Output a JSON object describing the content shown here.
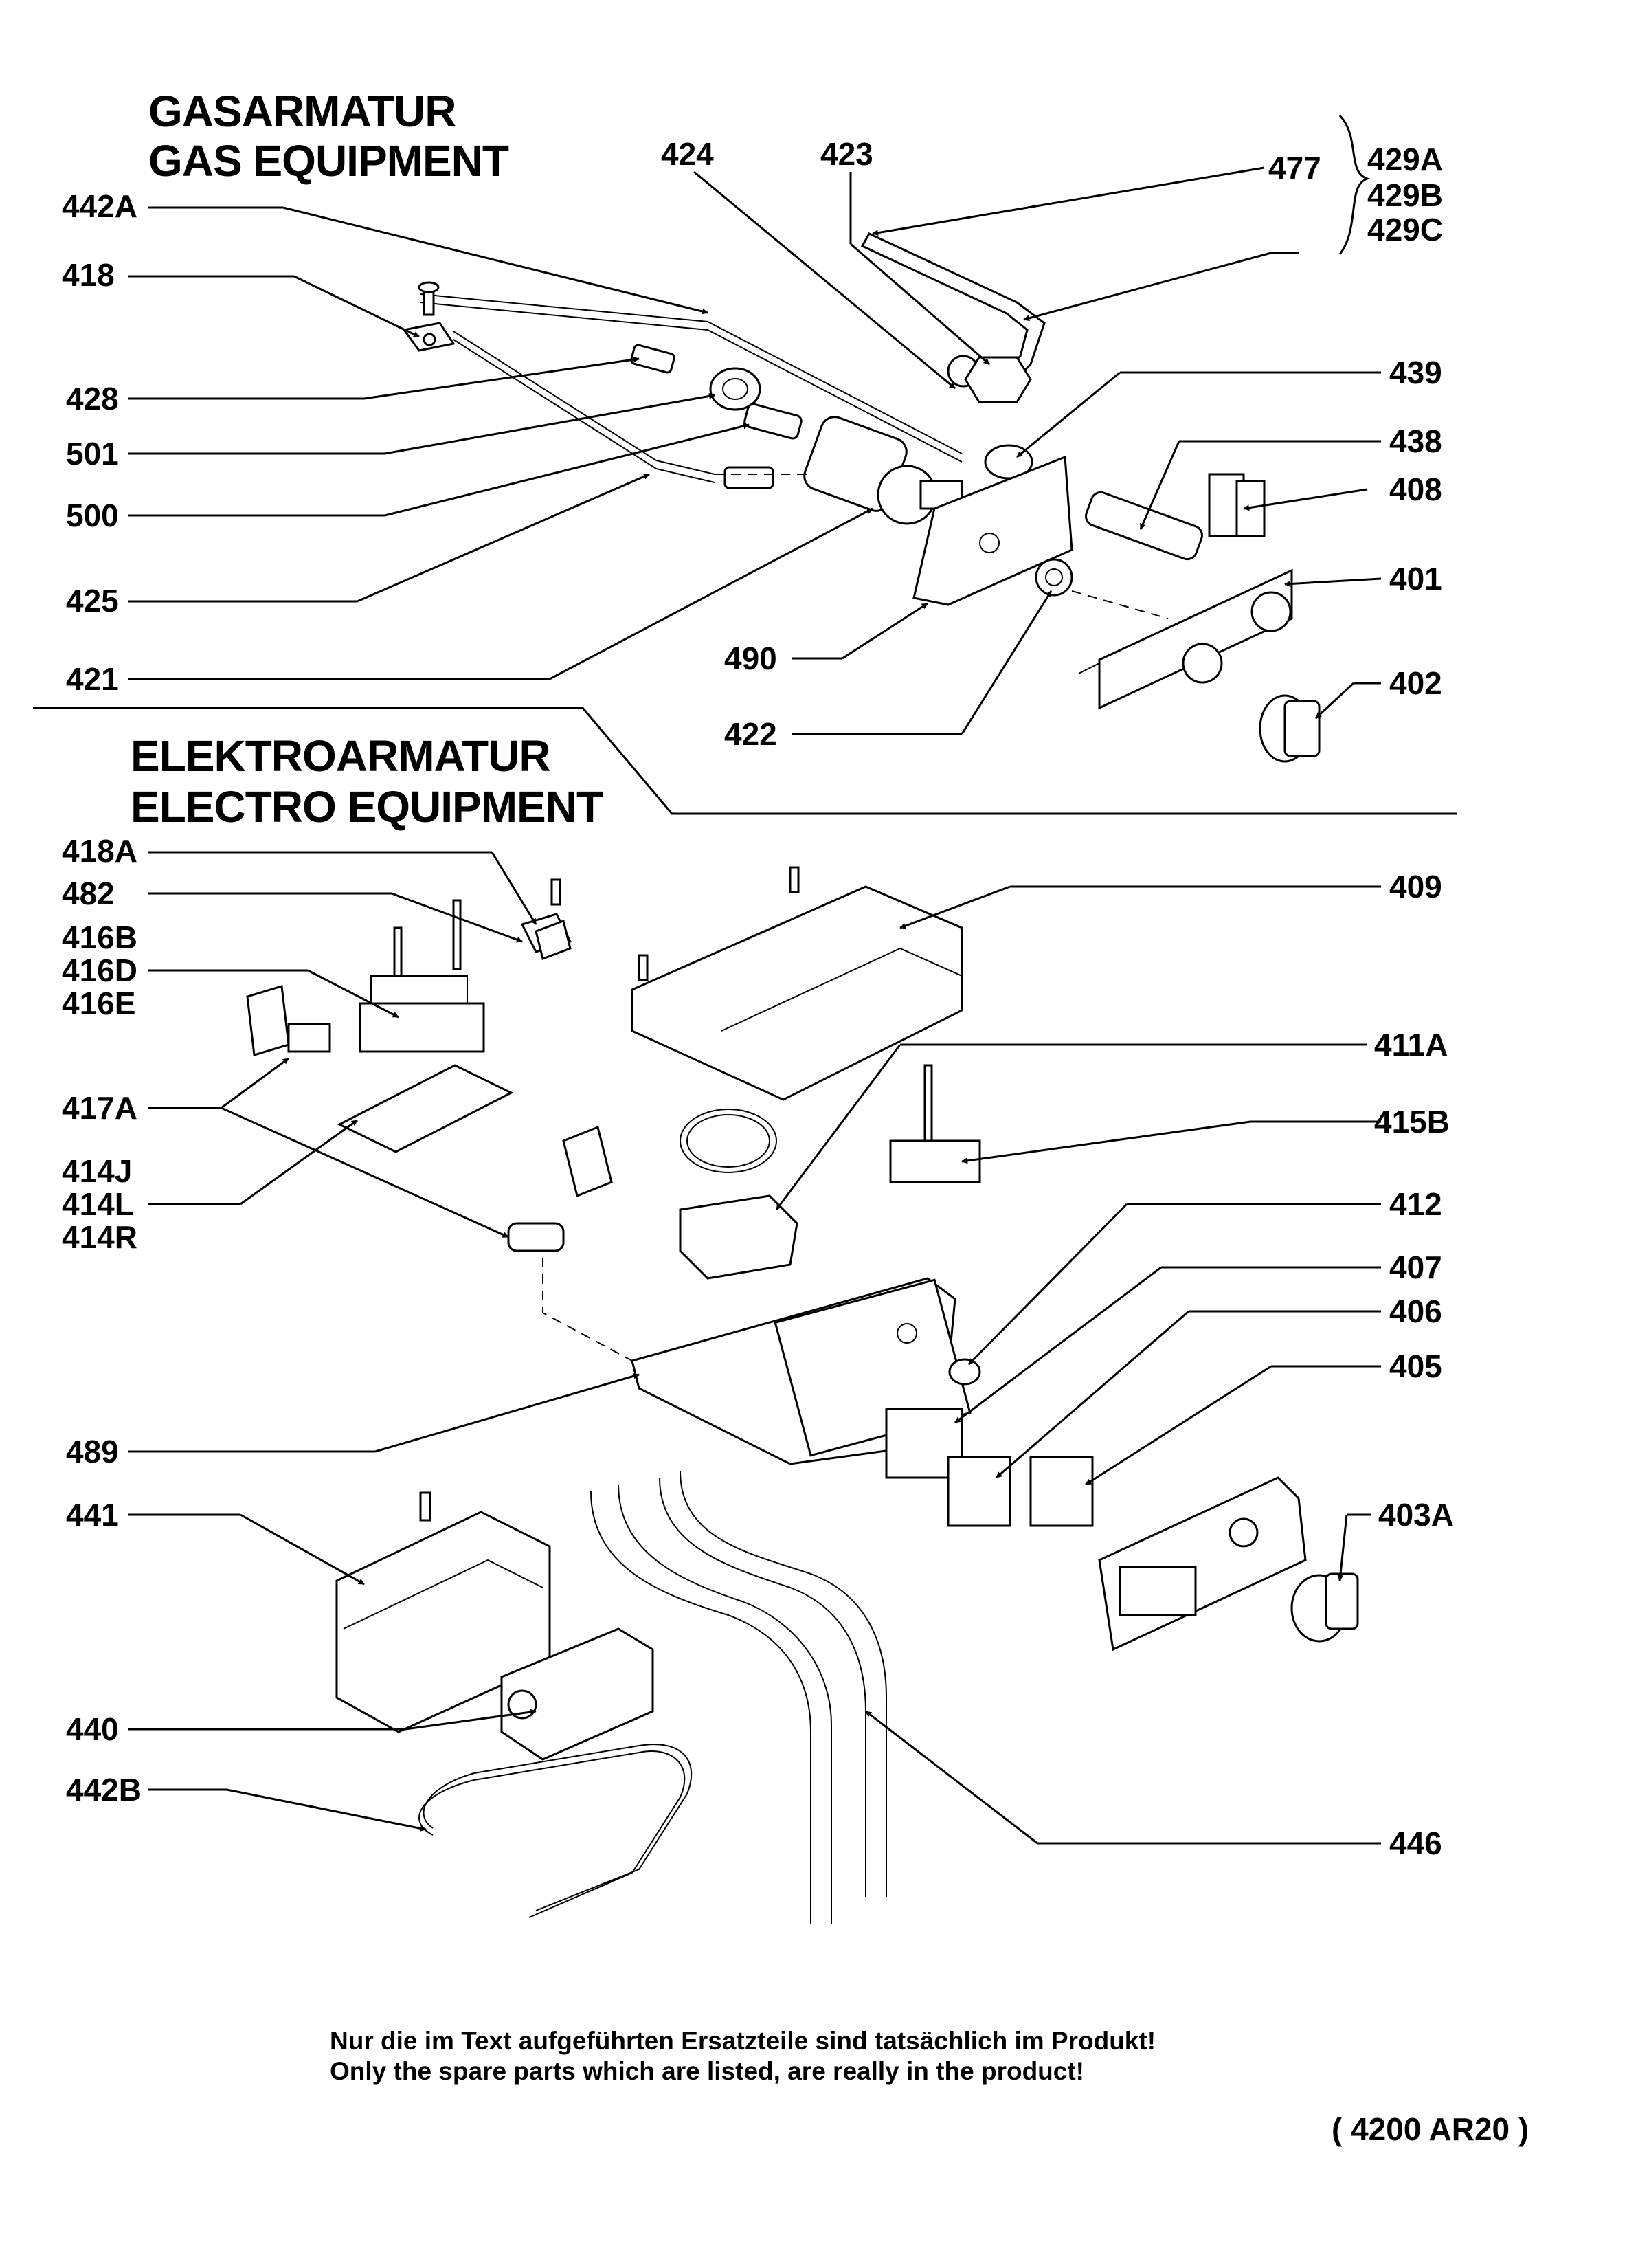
{
  "sections": {
    "gas": {
      "title_de": "GASARMATUR",
      "title_en": "GAS EQUIPMENT"
    },
    "electro": {
      "title_de": "ELEKTROARMATUR",
      "title_en": "ELECTRO EQUIPMENT"
    }
  },
  "callouts": {
    "l442A": "442A",
    "l418": "418",
    "l428": "428",
    "l501": "501",
    "l500": "500",
    "l425": "425",
    "l421": "421",
    "l424": "424",
    "l423": "423",
    "l477": "477",
    "l429A": "429A",
    "l429B": "429B",
    "l429C": "429C",
    "l439": "439",
    "l438": "438",
    "l408": "408",
    "l401": "401",
    "l490": "490",
    "l402": "402",
    "l422": "422",
    "l418A": "418A",
    "l482": "482",
    "l416B": "416B",
    "l416D": "416D",
    "l416E": "416E",
    "l417A": "417A",
    "l414J": "414J",
    "l414L": "414L",
    "l414R": "414R",
    "l409": "409",
    "l411A": "411A",
    "l415B": "415B",
    "l412": "412",
    "l407": "407",
    "l406": "406",
    "l405": "405",
    "l489": "489",
    "l441": "441",
    "l403A": "403A",
    "l440": "440",
    "l442B": "442B",
    "l446": "446"
  },
  "footer": {
    "note_de": "Nur die im Text aufgeführten Ersatzteile sind tatsächlich im Produkt!",
    "note_en": "Only the spare parts which are listed, are really in the product!",
    "code": "( 4200 AR20 )"
  }
}
